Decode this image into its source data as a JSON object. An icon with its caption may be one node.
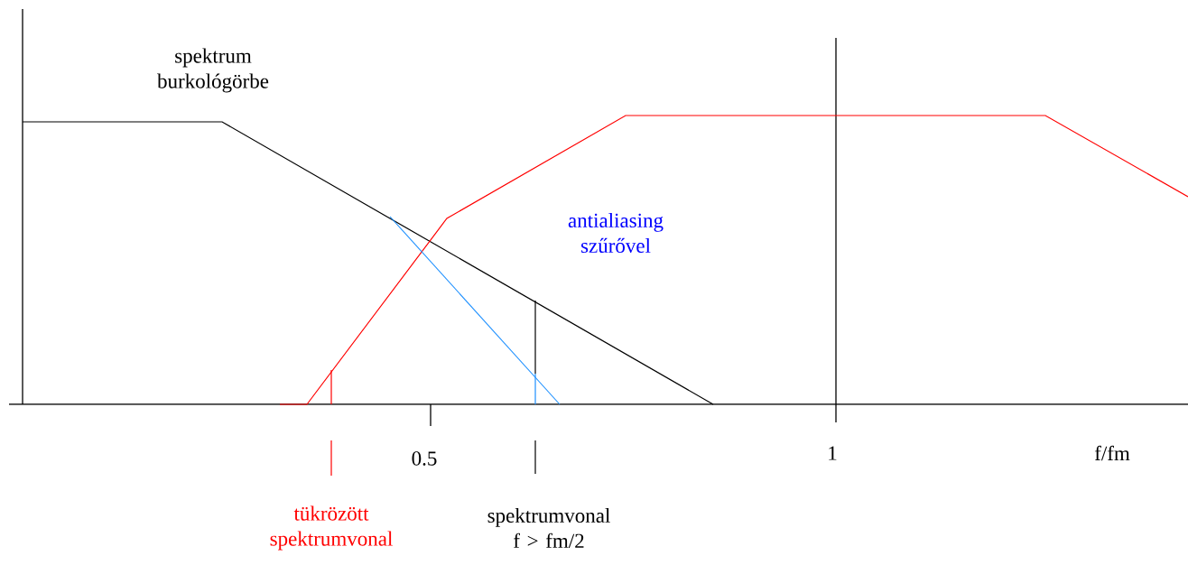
{
  "diagram": {
    "labels": [
      "spektrum burkológörbe",
      "antialiasing szűrővel",
      "0.5",
      "1",
      "f/fm",
      "tükrözött spektrumvonal",
      "spektrumvonal f > fm/2"
    ]
  }
}
